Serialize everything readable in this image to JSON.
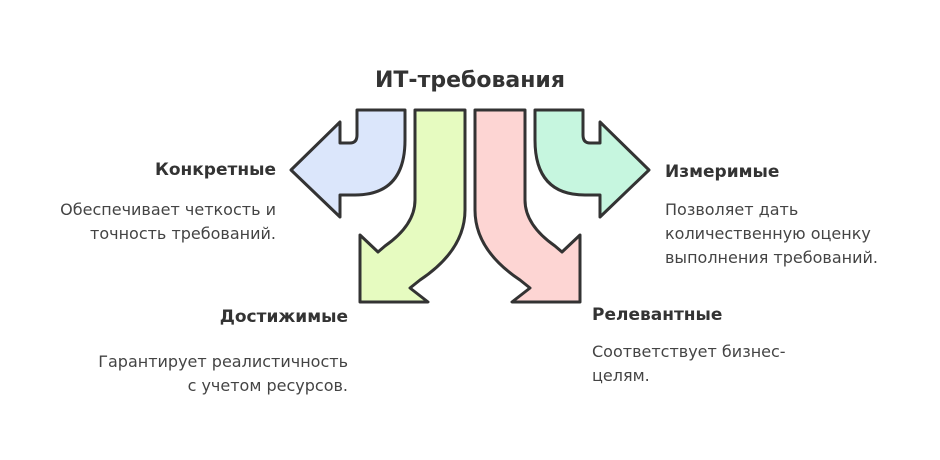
{
  "title": "ИТ-требования",
  "colors": {
    "specific": "#dbe6fb",
    "achievable": "#e6fbc0",
    "relevant": "#fdd5d3",
    "measurable": "#c6f6df",
    "stroke": "#333333"
  },
  "items": {
    "specific": {
      "heading": "Конкретные",
      "lines": [
        "Обеспечивает четкость и",
        "точность требований."
      ]
    },
    "measurable": {
      "heading": "Измеримые",
      "lines": [
        "Позволяет дать",
        "количественную оценку",
        "выполнения требований."
      ]
    },
    "achievable": {
      "heading": "Достижимые",
      "lines": [
        "Гарантирует реалистичность",
        "с учетом ресурсов."
      ]
    },
    "relevant": {
      "heading": "Релевантные",
      "lines": [
        "Соответствует бизнес-",
        "целям."
      ]
    }
  }
}
